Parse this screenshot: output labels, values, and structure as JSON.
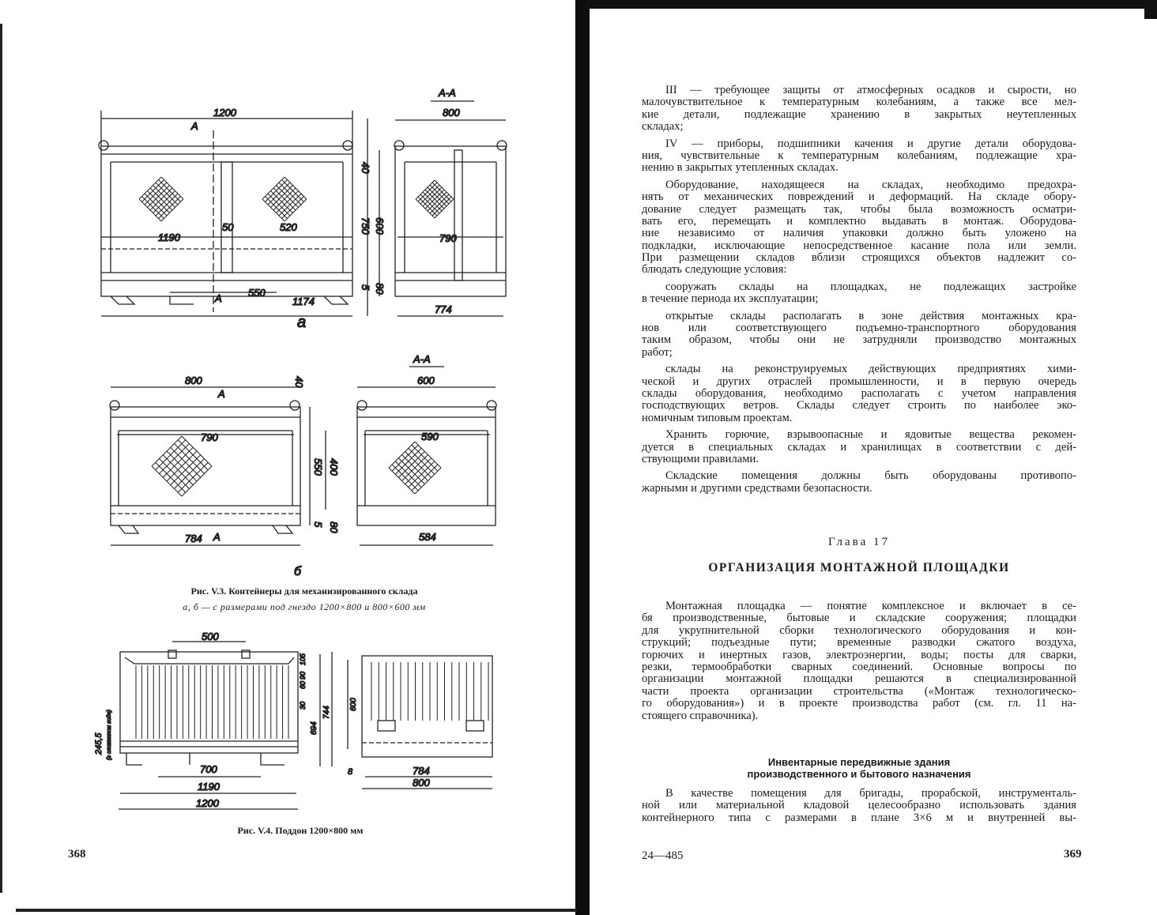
{
  "left_page": {
    "page_number": "368",
    "fig_a": {
      "front": {
        "w1200": "1200",
        "sec_a_top": "A",
        "w1190": "1190",
        "w50": "50",
        "w520": "520",
        "w550": "550",
        "w1174": "1174",
        "sec_a_bottom": "A",
        "h40": "40",
        "h750": "750",
        "h600": "600",
        "h5": "5",
        "h80": "80"
      },
      "side": {
        "title": "A-A",
        "w800": "800",
        "w790": "790",
        "w774": "774"
      },
      "letter": "а"
    },
    "fig_b": {
      "front": {
        "w800": "800",
        "sec_a_top": "A",
        "w790": "790",
        "w784": "784",
        "sec_a_bottom": "A",
        "h40": "40",
        "h550": "550",
        "h400": "400",
        "h5": "5",
        "h80": "80"
      },
      "side": {
        "title": "A-A",
        "w600": "600",
        "w590": "590",
        "w584": "584"
      },
      "letter": "б"
    },
    "caption_v3": {
      "label": "Рис. V.3.",
      "title": "Контейнеры для механизированного склада",
      "subtitle": "а, б — с размерами под гнездо 1200×800 и 800×600 мм"
    },
    "fig_v4": {
      "front": {
        "w500": "500",
        "w700": "700",
        "w1190": "1190",
        "w1200": "1200",
        "h105": "105",
        "h90": "90",
        "h60": "60",
        "h30": "30",
        "h694": "694",
        "h744": "744",
        "h245": "245,5",
        "folded": "(в сложенном виде)"
      },
      "side": {
        "h600": "600",
        "w8": "8",
        "w784": "784",
        "w800": "800"
      }
    },
    "caption_v4": {
      "label": "Рис. V.4.",
      "title": "Поддон 1200×800 мм"
    }
  },
  "right_page": {
    "page_number": "369",
    "signature": "24—485",
    "part1": [
      {
        "t": "III — требующее защиты от атмосферных осадков и сырости, но",
        "c": "ind"
      },
      {
        "t": "малочувствительное к температурным колебаниям, а также все мел-",
        "c": ""
      },
      {
        "t": "кие детали, подлежащие хранению в закрытых неутепленных",
        "c": ""
      },
      {
        "t": "складах;",
        "c": "last"
      },
      {
        "t": "IV — приборы, подшипники качения и другие детали оборудова-",
        "c": "ind"
      },
      {
        "t": "ния, чувствительные к температурным колебаниям, подлежащие хра-",
        "c": ""
      },
      {
        "t": "нению в закрытых утепленных складах.",
        "c": "last"
      },
      {
        "t": "Оборудование, находящееся на складах, необходимо предохра-",
        "c": "ind"
      },
      {
        "t": "нять от механических повреждений и деформаций. На складе обору-",
        "c": ""
      },
      {
        "t": "дование следует размещать так, чтобы была возможность осматри-",
        "c": ""
      },
      {
        "t": "вать его, перемещать и комплектно выдавать в монтаж. Оборудова-",
        "c": ""
      },
      {
        "t": "ние независимо от наличия упаковки должно быть уложено на",
        "c": ""
      },
      {
        "t": "подкладки, исключающие непосредственное касание пола или земли.",
        "c": ""
      },
      {
        "t": "При размещении складов вблизи строящихся объектов надлежит со-",
        "c": ""
      },
      {
        "t": "блюдать следующие условия:",
        "c": "last"
      },
      {
        "t": "сооружать склады на площадках, не подлежащих застройке",
        "c": "ind"
      },
      {
        "t": "в течение периода их эксплуатации;",
        "c": "last"
      },
      {
        "t": "открытые склады располагать в зоне действия монтажных кра-",
        "c": "ind"
      },
      {
        "t": "нов или соответствующего подъемно-транспортного оборудования",
        "c": ""
      },
      {
        "t": "таким образом, чтобы они не затрудняли производство монтажных",
        "c": ""
      },
      {
        "t": "работ;",
        "c": "last"
      },
      {
        "t": "склады на реконструируемых действующих предприятиях хими-",
        "c": "ind"
      },
      {
        "t": "ческой и других отраслей промышленности, и в первую очередь",
        "c": ""
      },
      {
        "t": "склады оборудования, необходимо располагать с учетом направления",
        "c": ""
      },
      {
        "t": "господствующих ветров. Склады следует строить по наиболее эко-",
        "c": ""
      },
      {
        "t": "номичным типовым проектам.",
        "c": "last"
      },
      {
        "t": "Хранить горючие, взрывоопасные и ядовитые вещества рекомен-",
        "c": "ind"
      },
      {
        "t": "дуется в специальных складах и хранилищах в соответствии с дей-",
        "c": ""
      },
      {
        "t": "ствующими правилами.",
        "c": "last"
      },
      {
        "t": "Складские помещения должны быть оборудованы противопо-",
        "c": "ind"
      },
      {
        "t": "жарными и другими средствами безопасности.",
        "c": "last"
      }
    ],
    "chapter": "Глава 17",
    "chapter_title": "ОРГАНИЗАЦИЯ МОНТАЖНОЙ ПЛОЩАДКИ",
    "part2": [
      {
        "t": "Монтажная площадка — понятие комплексное и включает в се-",
        "c": "ind"
      },
      {
        "t": "бя производственные, бытовые и складские сооружения; площадки",
        "c": ""
      },
      {
        "t": "для укрупнительной сборки технологического оборудования и кон-",
        "c": ""
      },
      {
        "t": "струкций; подъездные пути; временные разводки сжатого воздуха,",
        "c": ""
      },
      {
        "t": "горючих и инертных газов, электроэнергии, воды; посты для сварки,",
        "c": ""
      },
      {
        "t": "резки, термообработки сварных соединений. Основные вопросы по",
        "c": ""
      },
      {
        "t": "организации монтажной площадки решаются в специализированной",
        "c": ""
      },
      {
        "t": "части проекта организации строительства («Монтаж технологическо-",
        "c": ""
      },
      {
        "t": "го оборудования») и в проекте производства работ (см. гл. 11 на-",
        "c": ""
      },
      {
        "t": "стоящего справочника).",
        "c": "last"
      }
    ],
    "subheading": [
      "Инвентарные передвижные здания",
      "производственного и бытового назначения"
    ],
    "part3": [
      {
        "t": "В качестве помещения для бригады, прорабской, инструменталь-",
        "c": "ind"
      },
      {
        "t": "ной или материальной кладовой целесообразно использовать здания",
        "c": ""
      },
      {
        "t": "контейнерного типа с размерами в плане 3×6 м и внутренней вы-",
        "c": ""
      }
    ]
  }
}
